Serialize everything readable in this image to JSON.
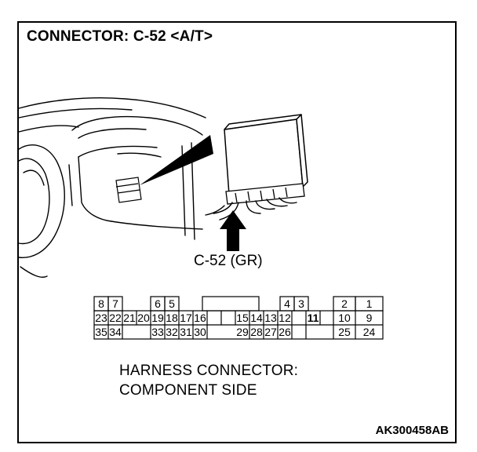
{
  "title": "CONNECTOR: C-52 <A/T>",
  "callout_label": "C-52 (GR)",
  "caption_line1": "HARNESS CONNECTOR:",
  "caption_line2": "COMPONENT SIDE",
  "figure_code": "AK300458AB",
  "pins": {
    "row1": [
      "8",
      "7",
      "6",
      "5",
      "4",
      "3",
      "2",
      "1"
    ],
    "row2": [
      "23",
      "22",
      "21",
      "20",
      "19",
      "18",
      "17",
      "16",
      "15",
      "14",
      "13",
      "12",
      "11",
      "10",
      "9"
    ],
    "row3": [
      "35",
      "34",
      "33",
      "32",
      "31",
      "30",
      "29",
      "28",
      "27",
      "26",
      "25",
      "24"
    ]
  }
}
